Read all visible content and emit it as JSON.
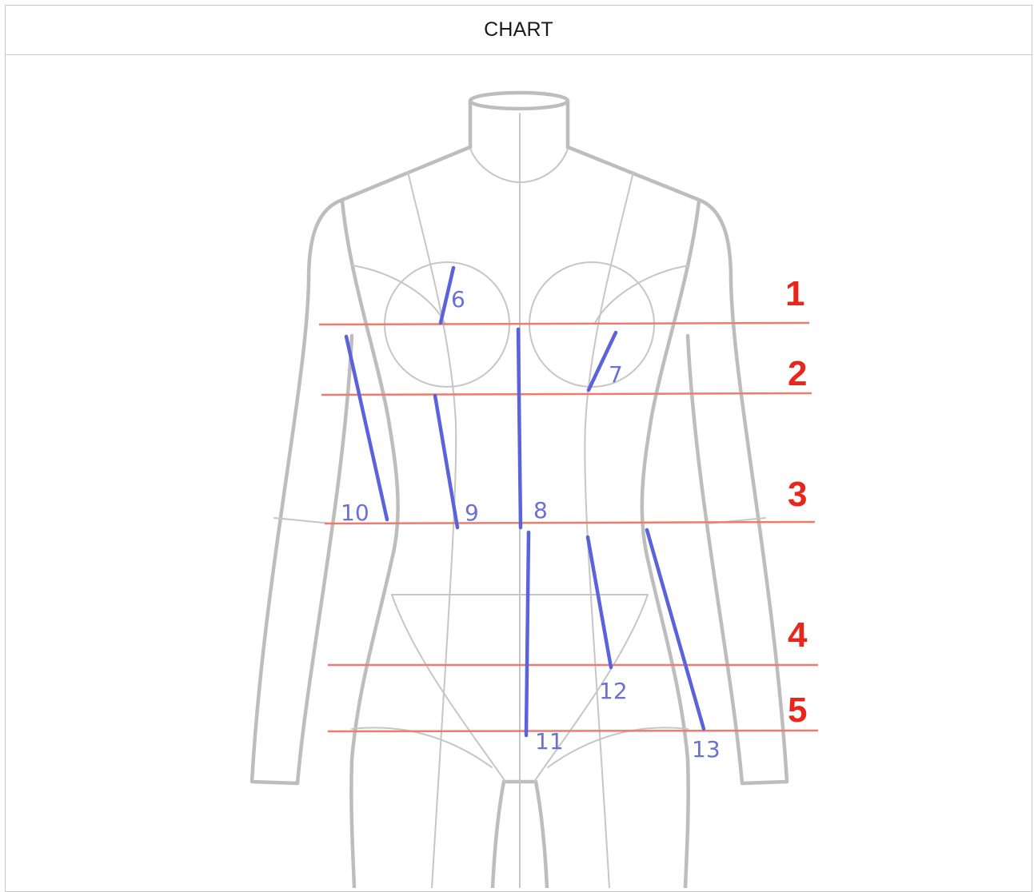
{
  "header": {
    "title": "CHART"
  },
  "diagram": {
    "colors": {
      "outline": "#bdbdbd",
      "horizontal_lines": "#ee7c6c",
      "horizontal_labels": "#e8261c",
      "vertical_lines": "#5b63dc",
      "vertical_labels": "#6a70d6"
    },
    "horizontal_labels": [
      "1",
      "2",
      "3",
      "4",
      "5"
    ],
    "vertical_labels": [
      "6",
      "7",
      "8",
      "9",
      "10",
      "11",
      "12",
      "13"
    ]
  }
}
